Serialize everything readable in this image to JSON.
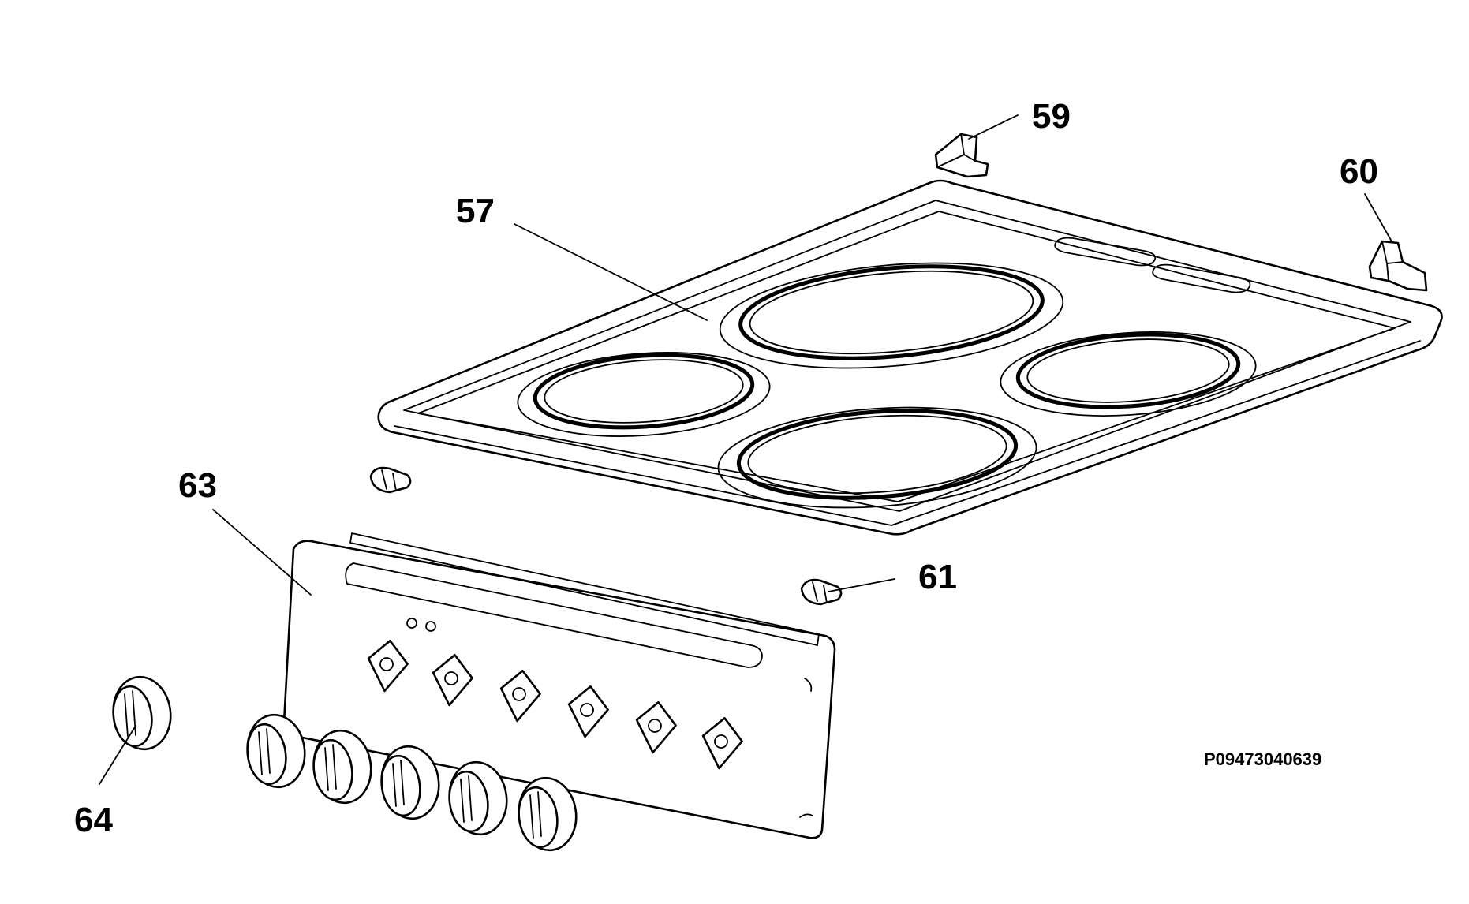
{
  "callouts": {
    "p57": "57",
    "p59": "59",
    "p60": "60",
    "p61": "61",
    "p63": "63",
    "p64": "64"
  },
  "drawing_code": "P09473040639",
  "colors": {
    "line": "#000000",
    "background": "#ffffff"
  }
}
